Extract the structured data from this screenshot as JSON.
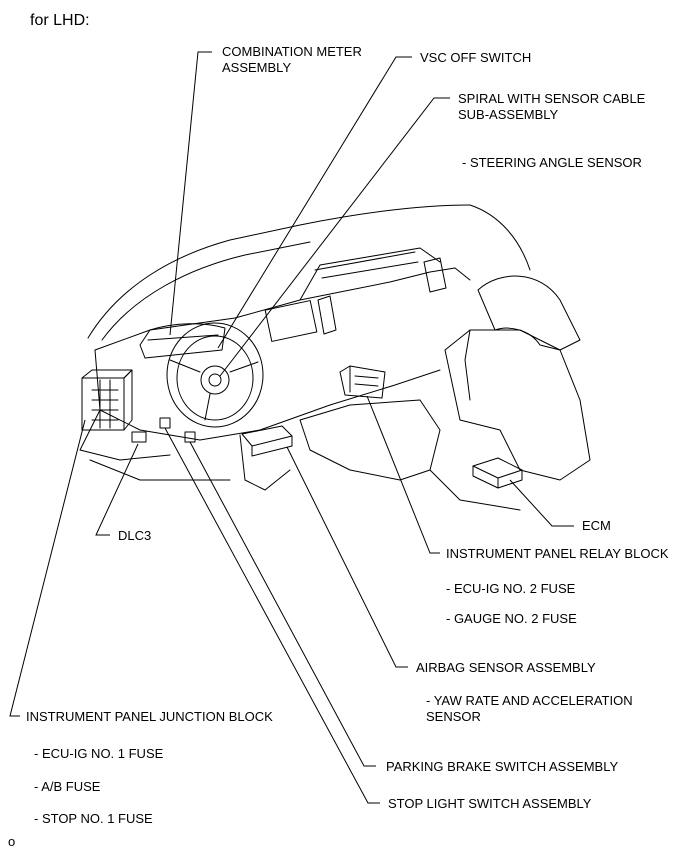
{
  "heading": "for LHD:",
  "footer_mark": "o",
  "labels": {
    "combination_meter": "COMBINATION METER ASSEMBLY",
    "vsc_off_switch": "VSC OFF SWITCH",
    "spiral_cable": "SPIRAL WITH SENSOR CABLE SUB-ASSEMBLY",
    "steering_angle_sensor": "- STEERING ANGLE SENSOR",
    "ecm": "ECM",
    "dlc3": "DLC3",
    "relay_block": "INSTRUMENT PANEL RELAY BLOCK",
    "ecu_ig_no2_fuse": "- ECU-IG NO. 2 FUSE",
    "gauge_no2_fuse": "- GAUGE NO. 2 FUSE",
    "airbag_sensor": "AIRBAG SENSOR ASSEMBLY",
    "yaw_rate_sensor": "- YAW RATE AND ACCELERATION SENSOR",
    "junction_block": "INSTRUMENT PANEL JUNCTION BLOCK",
    "ecu_ig_no1_fuse": "- ECU-IG NO. 1 FUSE",
    "ab_fuse": "- A/B FUSE",
    "stop_no1_fuse": "- STOP NO. 1 FUSE",
    "parking_brake_switch": "PARKING BRAKE SWITCH ASSEMBLY",
    "stop_light_switch": "STOP LIGHT SWITCH ASSEMBLY"
  }
}
